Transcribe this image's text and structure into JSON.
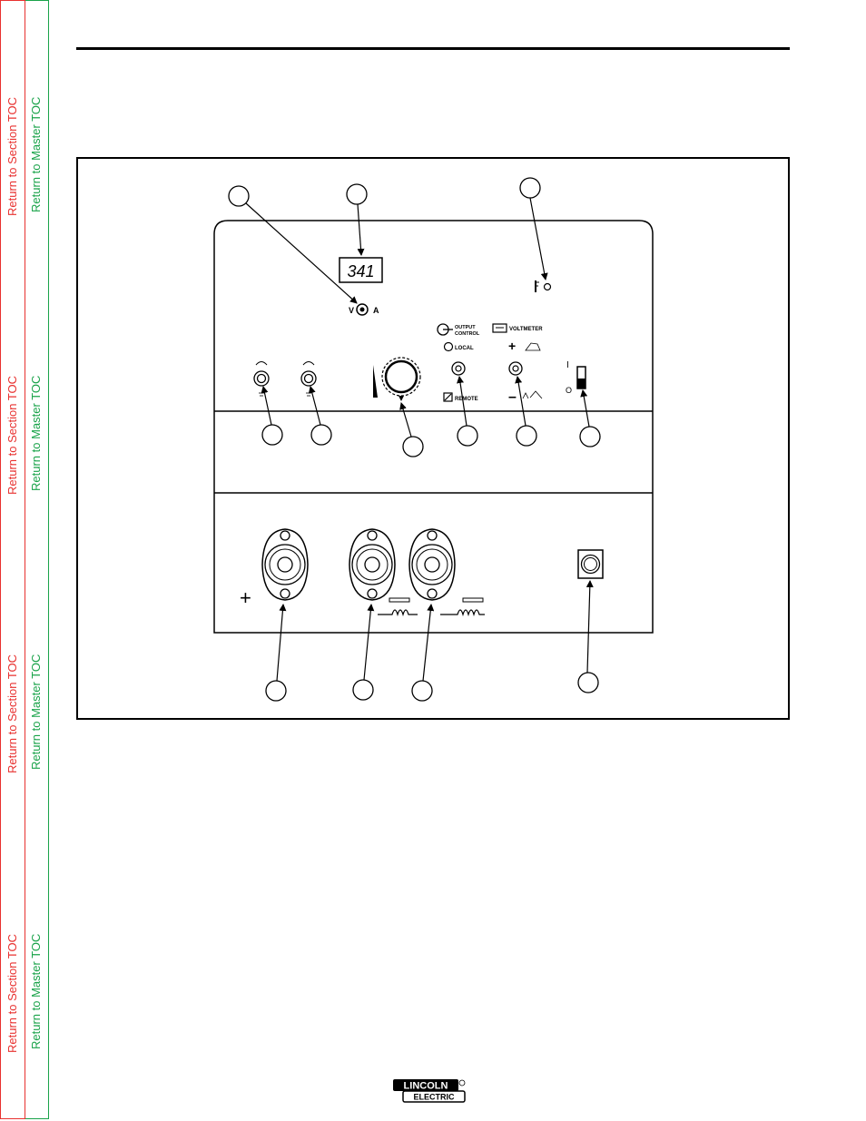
{
  "sidebar": {
    "section_toc_label": "Return to Section TOC",
    "master_toc_label": "Return to Master TOC",
    "section_color": "#e8312f",
    "master_color": "#1aa34a"
  },
  "panel": {
    "meter_display": "341",
    "meter_switch_left": "V",
    "meter_switch_right": "A",
    "output_control_line1": "OUTPUT",
    "output_control_line2": "CONTROL",
    "local_label": "LOCAL",
    "remote_label": "REMOTE",
    "voltmeter_label": "VOLTMETER",
    "switch_on": "I",
    "switch_off": "O"
  },
  "footer": {
    "logo_line1": "LINCOLN",
    "logo_line2": "ELECTRIC"
  }
}
